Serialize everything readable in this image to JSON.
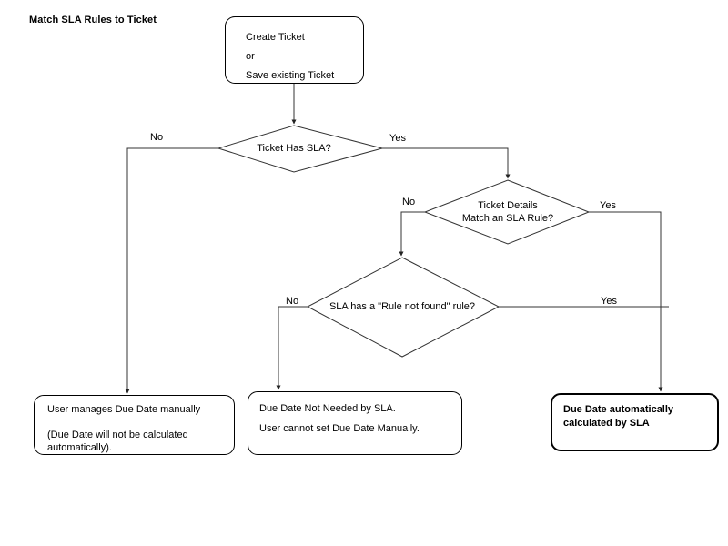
{
  "diagram": {
    "title": "Match SLA Rules to Ticket",
    "line_color": "#333333",
    "text_color": "#000000",
    "background": "#ffffff",
    "nodes": {
      "start": {
        "type": "terminator",
        "text": "Create Ticket\nor\nSave existing Ticket"
      },
      "decision_has_sla": {
        "type": "decision",
        "text": "Ticket Has SLA?"
      },
      "decision_match_rule": {
        "type": "decision",
        "text": "Ticket Details\nMatch an SLA Rule?"
      },
      "decision_rule_not_found": {
        "type": "decision",
        "text": "SLA has a \"Rule not found\" rule?"
      },
      "outcome_manual": {
        "type": "terminator",
        "line1": "User manages Due Date manually",
        "line2": "(Due Date will not be calculated",
        "line3": "automatically)."
      },
      "outcome_not_needed": {
        "type": "terminator",
        "line1": "Due Date Not Needed by SLA.",
        "line2": "User cannot set Due Date Manually."
      },
      "outcome_auto": {
        "type": "terminator",
        "emphasis": true,
        "line1": "Due Date automatically",
        "line2": "calculated by SLA"
      }
    },
    "edge_labels": {
      "has_sla_no": "No",
      "has_sla_yes": "Yes",
      "match_rule_no": "No",
      "match_rule_yes": "Yes",
      "rule_not_found_no": "No",
      "rule_not_found_yes": "Yes"
    }
  }
}
